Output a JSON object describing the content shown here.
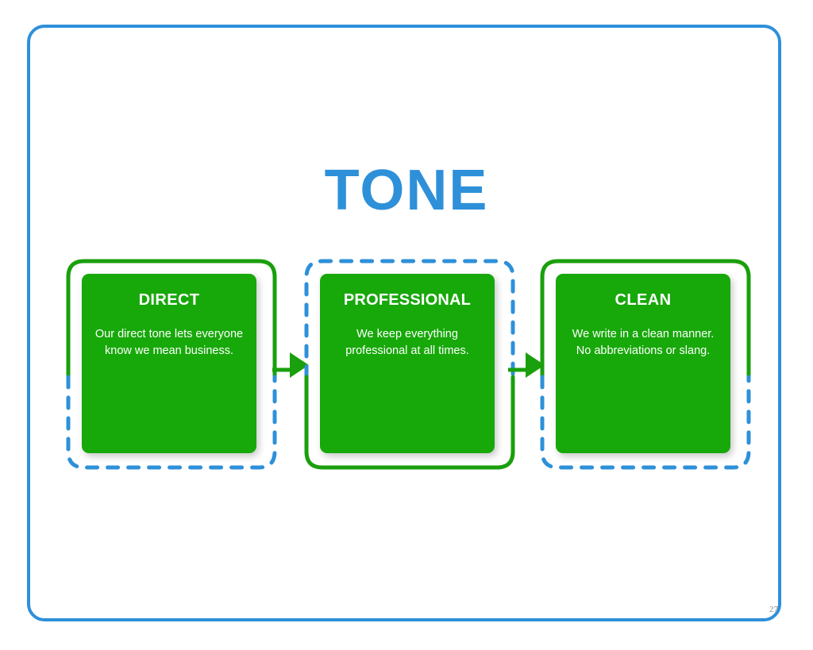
{
  "slide": {
    "title": "TONE",
    "page_number": "27",
    "colors": {
      "frame_blue": "#2e90d9",
      "accent_blue": "#2e90d9",
      "card_green": "#17a80a",
      "outline_green": "#1a9f0d",
      "text_white": "#ffffff",
      "page_number_gray": "#8c8c8c"
    }
  },
  "steps": [
    {
      "title": "DIRECT",
      "body": "Our direct tone lets everyone know we mean business.",
      "outline_top": "green",
      "outline_bottom": "blue-dashed"
    },
    {
      "title": "PROFESSIONAL",
      "body": "We keep everything professional at all times.",
      "outline_top": "blue-dashed",
      "outline_bottom": "green"
    },
    {
      "title": "CLEAN",
      "body": "We write in a clean manner.  No abbreviations or slang.",
      "outline_top": "green",
      "outline_bottom": "blue-dashed"
    }
  ],
  "connectors": [
    {
      "from": "DIRECT",
      "to": "PROFESSIONAL",
      "icon": "arrow-right-icon"
    },
    {
      "from": "PROFESSIONAL",
      "to": "CLEAN",
      "icon": "arrow-right-icon"
    }
  ]
}
